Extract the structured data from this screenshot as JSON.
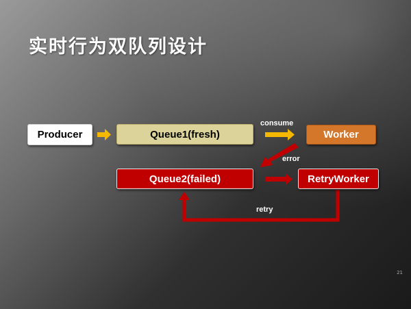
{
  "slide": {
    "title": "实时行为双队列设计",
    "page_number": "21"
  },
  "nodes": {
    "producer": "Producer",
    "queue1": "Queue1(fresh)",
    "worker": "Worker",
    "queue2": "Queue2(failed)",
    "retryworker": "RetryWorker"
  },
  "edge_labels": {
    "consume": "consume",
    "error": "error",
    "retry": "retry"
  },
  "colors": {
    "queue1_fill": "#dcd39a",
    "worker_fill": "#d4772a",
    "failed_fill": "#c00000",
    "arrow_yellow": "#f5b800",
    "arrow_red": "#c00000"
  }
}
